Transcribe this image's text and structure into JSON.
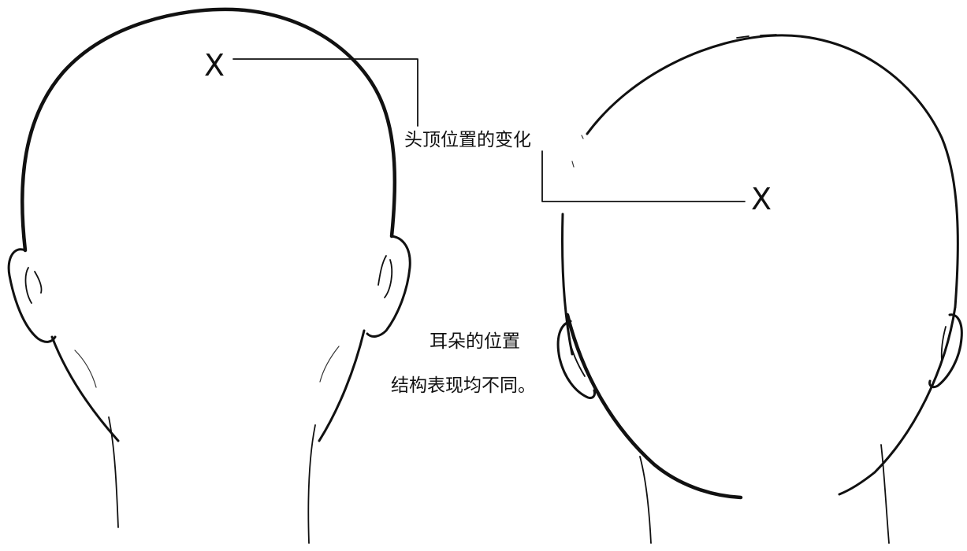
{
  "annotations": {
    "crown_label": "头顶位置的变化",
    "ear_label_line1": "耳朵的位置",
    "ear_label_line2": "结构表现均不同。"
  },
  "markers": {
    "left_crown_marker": "X",
    "right_crown_marker": "X"
  },
  "colors": {
    "ink": "#111111",
    "background": "#ffffff"
  }
}
